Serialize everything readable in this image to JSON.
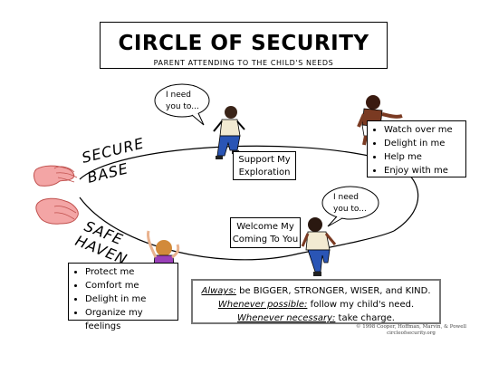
{
  "title": "CIRCLE OF SECURITY",
  "subtitle": "PARENT ATTENDING TO THE CHILD'S NEEDS",
  "arc_labels": {
    "secure": "SECURE",
    "base": "BASE",
    "safe": "SAFE",
    "haven": "HAVEN"
  },
  "bubbles": {
    "top": [
      "I need",
      "you to..."
    ],
    "bottom": [
      "I need",
      "you to..."
    ]
  },
  "exploration_label": [
    "Support My",
    "Exploration"
  ],
  "welcome_label": [
    "Welcome My",
    "Coming To You"
  ],
  "top_needs": [
    "Watch over me",
    "Delight in me",
    "Help me",
    "Enjoy with me"
  ],
  "bottom_needs": [
    "Protect me",
    "Comfort me",
    "Delight in me",
    "Organize my feelings"
  ],
  "rules": {
    "line1_emph": "Always:",
    "line1_rest": " be BIGGER, STRONGER, WISER, and KIND.",
    "line2_emph": "Whenever possible:",
    "line2_rest": " follow my child's need.",
    "line3_emph": "Whenever necessary:",
    "line3_rest": " take charge."
  },
  "credit": [
    "© 1998 Cooper, Hoffman, Marvin, & Powell",
    "circleofsecurity.org"
  ],
  "colors": {
    "hands": "#f3a5a5",
    "hands_outline": "#c0504d",
    "child_shirt_top": "#f2ead2",
    "child_pants": "#2a55b5",
    "child_skin_dark": "#7a3a22",
    "child_shirt_purple": "#9a3fb8",
    "child_hair_orange": "#d28a3a",
    "rules_border": "#777777"
  },
  "icons": [
    "parent-hands-icon",
    "child-walking-away-icon",
    "child-climbing-icon",
    "child-returning-icon",
    "child-reaching-up-icon",
    "speech-bubble-icon"
  ]
}
